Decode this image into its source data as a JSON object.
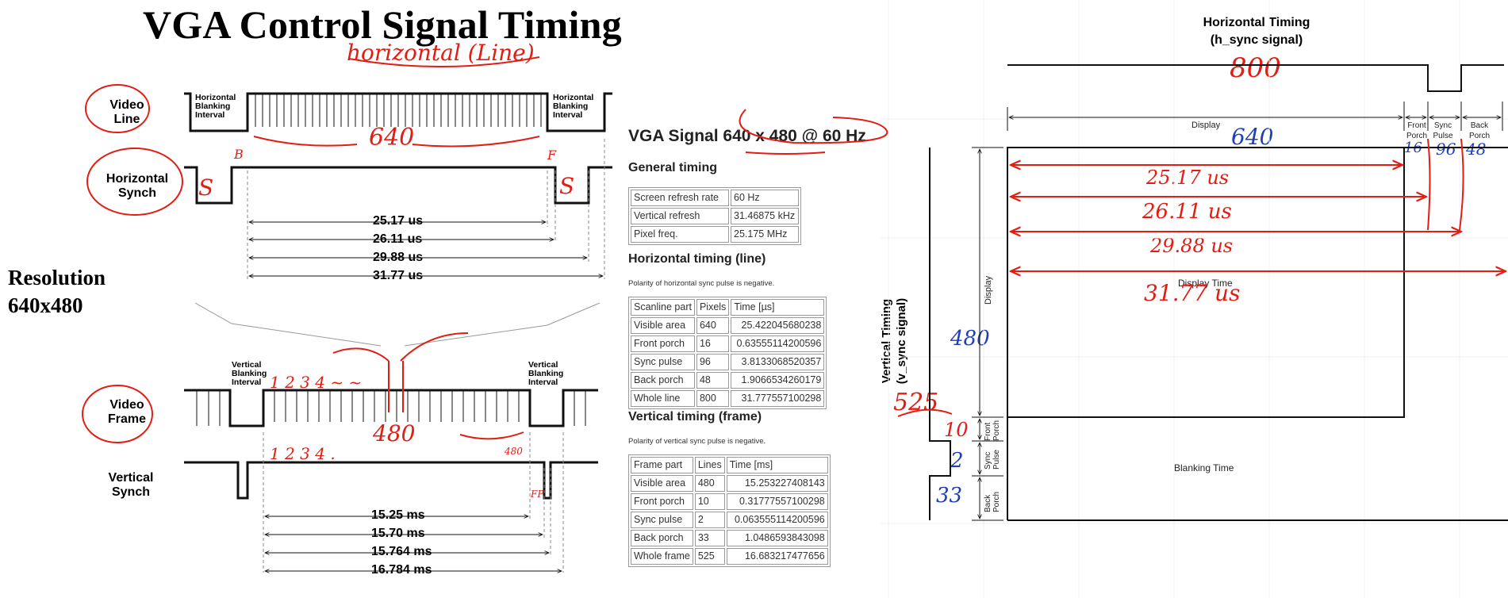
{
  "left": {
    "title": "VGA Control Signal Timing",
    "resolution_line1": "Resolution",
    "resolution_line2": "640x480",
    "video_line": [
      "Video",
      "Line"
    ],
    "horizontal_synch": [
      "Horizontal",
      "Synch"
    ],
    "video_frame": [
      "Video",
      "Frame"
    ],
    "vertical_synch": [
      "Vertical",
      "Synch"
    ],
    "h_blank": [
      "Horizontal",
      "Blanking",
      "Interval"
    ],
    "v_blank": [
      "Vertical",
      "Blanking",
      "Interval"
    ],
    "h_measures": [
      "25.17 us",
      "26.11 us",
      "29.88 us",
      "31.77 us"
    ],
    "v_measures": [
      "15.25 ms",
      "15.70 ms",
      "15.764 ms",
      "16.784 ms"
    ]
  },
  "vga": {
    "title": "VGA Signal 640 x 480 @ 60 Hz",
    "general_heading": "General timing",
    "general_rows": [
      [
        "Screen refresh rate",
        "60 Hz"
      ],
      [
        "Vertical refresh",
        "31.46875 kHz"
      ],
      [
        "Pixel freq.",
        "25.175 MHz"
      ]
    ],
    "horizontal_heading": "Horizontal timing (line)",
    "horizontal_note": "Polarity of horizontal sync pulse is negative.",
    "horizontal_header": [
      "Scanline part",
      "Pixels",
      "Time [µs]"
    ],
    "horizontal_rows": [
      [
        "Visible area",
        "640",
        "25.422045680238"
      ],
      [
        "Front porch",
        "16",
        "0.63555114200596"
      ],
      [
        "Sync pulse",
        "96",
        "3.8133068520357"
      ],
      [
        "Back porch",
        "48",
        "1.9066534260179"
      ],
      [
        "Whole line",
        "800",
        "31.777557100298"
      ]
    ],
    "vertical_heading": "Vertical timing (frame)",
    "vertical_note": "Polarity of vertical sync pulse is negative.",
    "vertical_header": [
      "Frame part",
      "Lines",
      "Time [ms]"
    ],
    "vertical_rows": [
      [
        "Visible area",
        "480",
        "15.253227408143"
      ],
      [
        "Front porch",
        "10",
        "0.31777557100298"
      ],
      [
        "Sync pulse",
        "2",
        "0.063555114200596"
      ],
      [
        "Back porch",
        "33",
        "1.0486593843098"
      ],
      [
        "Whole frame",
        "525",
        "16.683217477656"
      ]
    ]
  },
  "right": {
    "title_line1": "Horizontal Timing",
    "title_line2": "(h_sync signal)",
    "display": "Display",
    "front_porch": [
      "Front",
      "Porch"
    ],
    "sync_pulse": [
      "Sync",
      "Pulse"
    ],
    "back_porch": [
      "Back",
      "Porch"
    ],
    "vertical_title_line1": "Vertical Timing",
    "vertical_title_line2": "(v_sync signal)",
    "vertical_display": "Display",
    "v_front": "Front Porch",
    "v_sync": "Sync Pulse",
    "v_back": "Back Porch",
    "display_time": "Display Time",
    "blanking_time": "Blanking Time"
  },
  "annotations": {
    "horizontal_line": "horizontal (Line)",
    "h_640": "640",
    "s_left": "S",
    "s_right": "S",
    "b_mark": "B",
    "f_mark": "F",
    "v_count": "1 2 3 4 ~ ~",
    "v_480": "480",
    "v_count2": "1 2 3 4 .",
    "v_480_small": "480",
    "fp_mark": "FP",
    "r_800": "800",
    "r_640": "640",
    "r_16": "16",
    "r_96": "96",
    "r_48": "48",
    "r_25": "25.17 us",
    "r_26": "26.11 us",
    "r_29": "29.88 us",
    "r_31": "31.77 us",
    "r_480": "480",
    "r_525": "525",
    "r_10": "10",
    "r_2": "2",
    "r_33": "33"
  },
  "colors": {
    "annotation_red": "#e21d14",
    "annotation_blue": "#1f3fb5",
    "table_border": "#999999"
  }
}
